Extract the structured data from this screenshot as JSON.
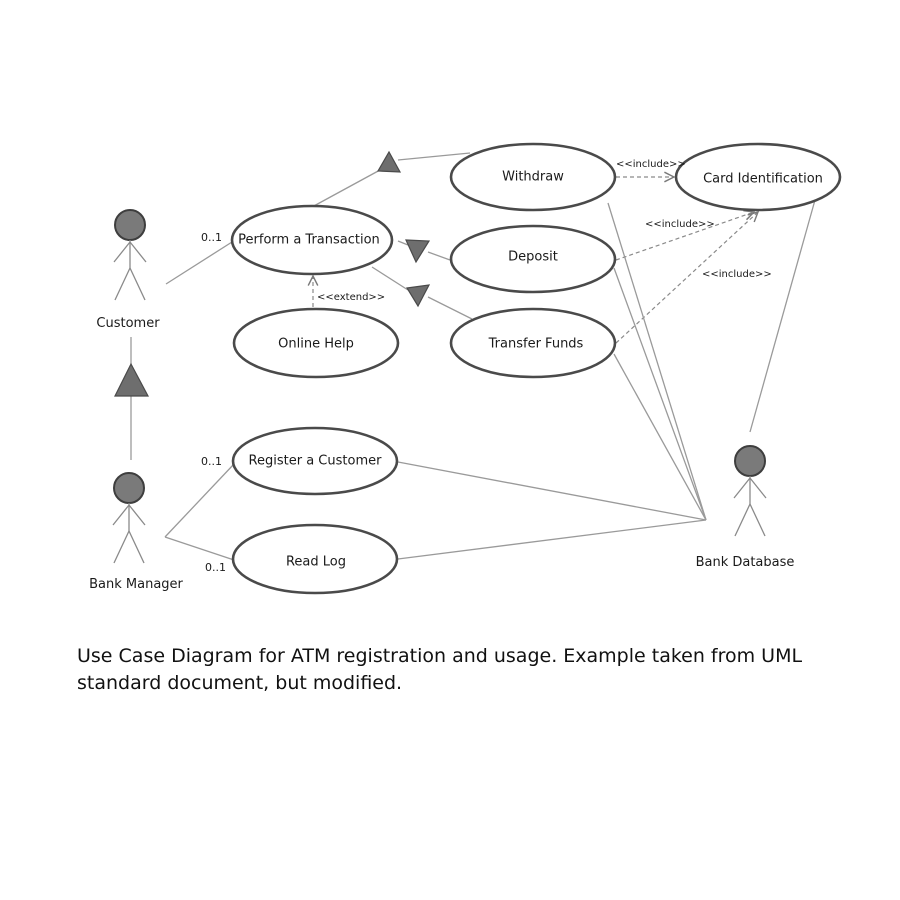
{
  "use_cases": {
    "perform_transaction": "Perform  a Transaction",
    "online_help": "Online Help",
    "withdraw": "Withdraw",
    "deposit": "Deposit",
    "transfer_funds": "Transfer Funds",
    "card_identification": "Card Identification",
    "register_customer": "Register a Customer",
    "read_log": "Read Log"
  },
  "actors": {
    "customer": "Customer",
    "bank_manager": "Bank Manager",
    "bank_database": "Bank Database"
  },
  "stereotypes": {
    "extend": "<<extend>>",
    "include_withdraw": "<<include>>",
    "include_deposit": "<<include>>",
    "include_transfer": "<<include>>"
  },
  "multiplicities": {
    "customer_transaction": "0..1",
    "manager_register": "0..1",
    "manager_readlog": "0..1"
  },
  "caption": "Use Case Diagram for ATM registration and usage. Example taken from UML standard document, but modified."
}
